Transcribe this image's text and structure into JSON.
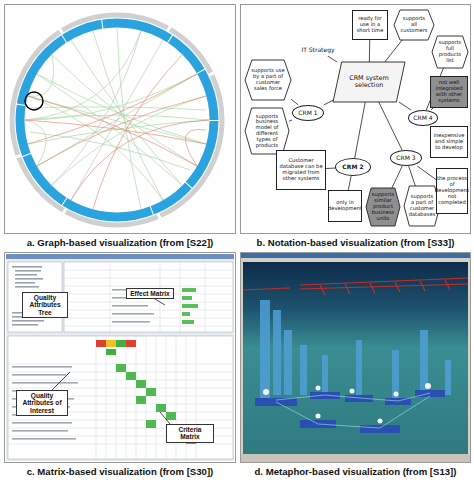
{
  "diagram": {
    "nodes": [
      {
        "text": [
          "CRM system selection"
        ]
      },
      {
        "text": [
          "IT Strategy"
        ]
      },
      {
        "text": [
          "ready for use in a short time"
        ]
      },
      {
        "text": [
          "supports all customers"
        ]
      },
      {
        "text": [
          "supports full products list"
        ]
      },
      {
        "text": [
          "supports use by a part of customer sales force"
        ]
      },
      {
        "text": [
          "CRM 1"
        ]
      },
      {
        "text": [
          "supports business model of different types of products"
        ]
      },
      {
        "text": [
          "CRM 4"
        ]
      },
      {
        "text": [
          "not well integrated with other systems"
        ]
      },
      {
        "text": [
          "inexpensive and simple to develop"
        ]
      },
      {
        "text": [
          "Customer database can be migrated from other systems"
        ]
      },
      {
        "text": [
          "CRM 2"
        ]
      },
      {
        "text": [
          "CRM 3"
        ]
      },
      {
        "text": [
          "only in development"
        ]
      },
      {
        "text": [
          "supports similar product business units"
        ]
      },
      {
        "text": [
          "supports a part of customer databases"
        ]
      },
      {
        "text": [
          "the process of development not completed"
        ]
      }
    ],
    "edges": [
      {
        "from": 0,
        "to": 1,
        "arrow": "none"
      },
      {
        "from": 0,
        "to": 2,
        "arrow": "none"
      },
      {
        "from": 0,
        "to": 3,
        "arrow": "none"
      },
      {
        "from": 0,
        "to": 6,
        "arrow": "none"
      },
      {
        "from": 0,
        "to": 8,
        "arrow": "none"
      },
      {
        "from": 0,
        "to": 12,
        "arrow": "none"
      },
      {
        "from": 0,
        "to": 13,
        "arrow": "none"
      },
      {
        "from": 6,
        "to": 5,
        "arrow": "none"
      },
      {
        "from": 6,
        "to": 7,
        "arrow": "none"
      },
      {
        "from": 8,
        "to": 4,
        "arrow": "none"
      },
      {
        "from": 8,
        "to": 9,
        "arrow": "none"
      },
      {
        "from": 8,
        "to": 10,
        "arrow": "none"
      },
      {
        "from": 12,
        "to": 11,
        "arrow": "none"
      },
      {
        "from": 12,
        "to": 14,
        "arrow": "none"
      },
      {
        "from": 13,
        "to": 15,
        "arrow": "none"
      },
      {
        "from": 13,
        "to": 16,
        "arrow": "none"
      },
      {
        "from": 13,
        "to": 17,
        "arrow": "none"
      }
    ],
    "labels": [
      "a. Graph-based visualization (from [S22])",
      "b. Notation-based visualization (from [S33])",
      "Quality Attributes Tree",
      "Effect Matrix",
      "Quality Attributes of Interest",
      "Criteria Matrix",
      "c. Matrix-based visualization (from [S30])",
      "d. Metaphor-based visualization (from [S13])"
    ]
  }
}
